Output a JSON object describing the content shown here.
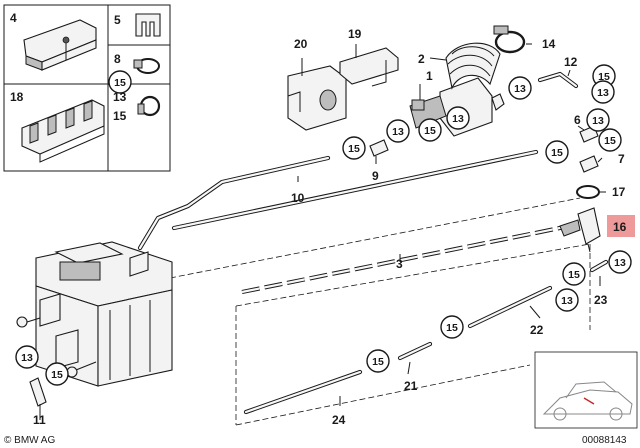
{
  "diagram": {
    "part_labels": [
      {
        "id": "p1",
        "text": "1"
      },
      {
        "id": "p2",
        "text": "2"
      },
      {
        "id": "p3",
        "text": "3"
      },
      {
        "id": "p4",
        "text": "4"
      },
      {
        "id": "p5",
        "text": "5"
      },
      {
        "id": "p6",
        "text": "6"
      },
      {
        "id": "p7",
        "text": "7"
      },
      {
        "id": "p8",
        "text": "8"
      },
      {
        "id": "p9",
        "text": "9"
      },
      {
        "id": "p10",
        "text": "10"
      },
      {
        "id": "p11",
        "text": "11"
      },
      {
        "id": "p12",
        "text": "12"
      },
      {
        "id": "p13a",
        "text": "13"
      },
      {
        "id": "p14",
        "text": "14"
      },
      {
        "id": "p15a",
        "text": "15"
      },
      {
        "id": "p16",
        "text": "16",
        "highlight": true
      },
      {
        "id": "p17",
        "text": "17"
      },
      {
        "id": "p18",
        "text": "18"
      },
      {
        "id": "p19",
        "text": "19"
      },
      {
        "id": "p20",
        "text": "20"
      },
      {
        "id": "p21",
        "text": "21"
      },
      {
        "id": "p22",
        "text": "22"
      },
      {
        "id": "p23",
        "text": "23"
      },
      {
        "id": "p24",
        "text": "24"
      }
    ],
    "callouts": [
      {
        "id": "c1",
        "text": "13"
      },
      {
        "id": "c2",
        "text": "15"
      },
      {
        "id": "c3",
        "text": "13"
      },
      {
        "id": "c4",
        "text": "15"
      },
      {
        "id": "c5",
        "text": "15"
      },
      {
        "id": "c6",
        "text": "13"
      },
      {
        "id": "c7",
        "text": "15"
      },
      {
        "id": "c8",
        "text": "13"
      },
      {
        "id": "c9",
        "text": "15"
      },
      {
        "id": "c10",
        "text": "13"
      },
      {
        "id": "c11",
        "text": "15"
      },
      {
        "id": "c12",
        "text": "15"
      },
      {
        "id": "c13",
        "text": "13"
      },
      {
        "id": "c14",
        "text": "15"
      },
      {
        "id": "c15",
        "text": "13"
      },
      {
        "id": "c16",
        "text": "15"
      },
      {
        "id": "c17",
        "text": "13"
      },
      {
        "id": "c18",
        "text": "15"
      }
    ],
    "highlight_color": "#ef9a9a",
    "footer": {
      "copyright": "© BMW AG",
      "diagram_number": "00088143"
    }
  }
}
